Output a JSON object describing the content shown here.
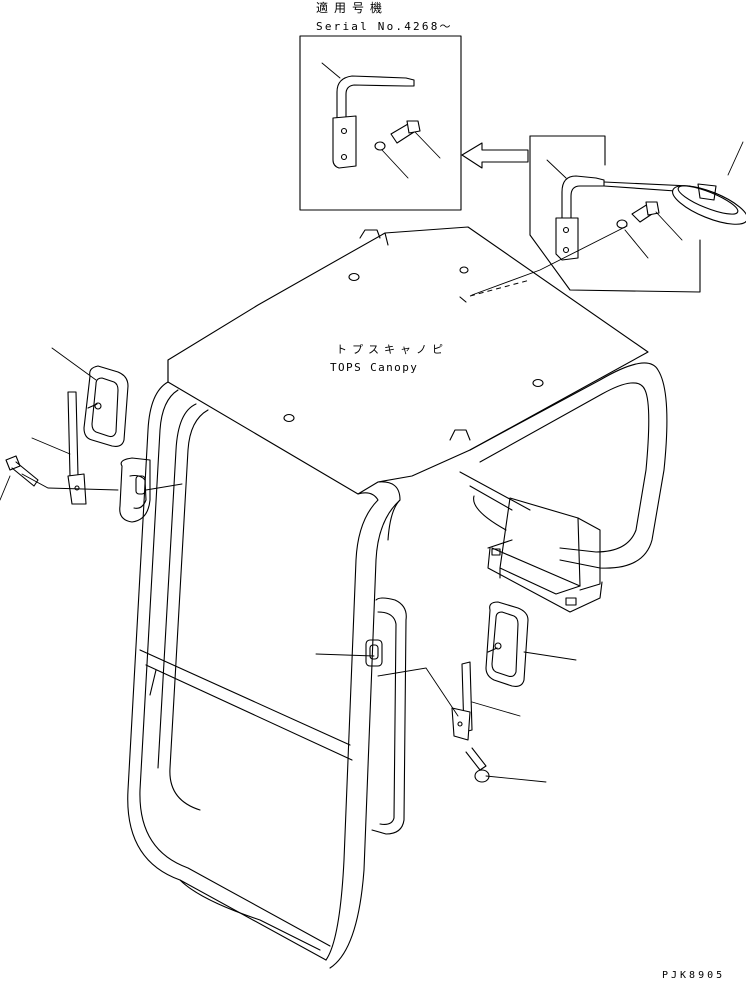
{
  "header": {
    "applicability_label": "適用号機",
    "serial_label": "Serial No.4268～"
  },
  "main_part": {
    "name_jp": "トプスキャノピ",
    "name_en": "TOPS Canopy"
  },
  "footer": {
    "drawing_code": "PJK8905"
  }
}
